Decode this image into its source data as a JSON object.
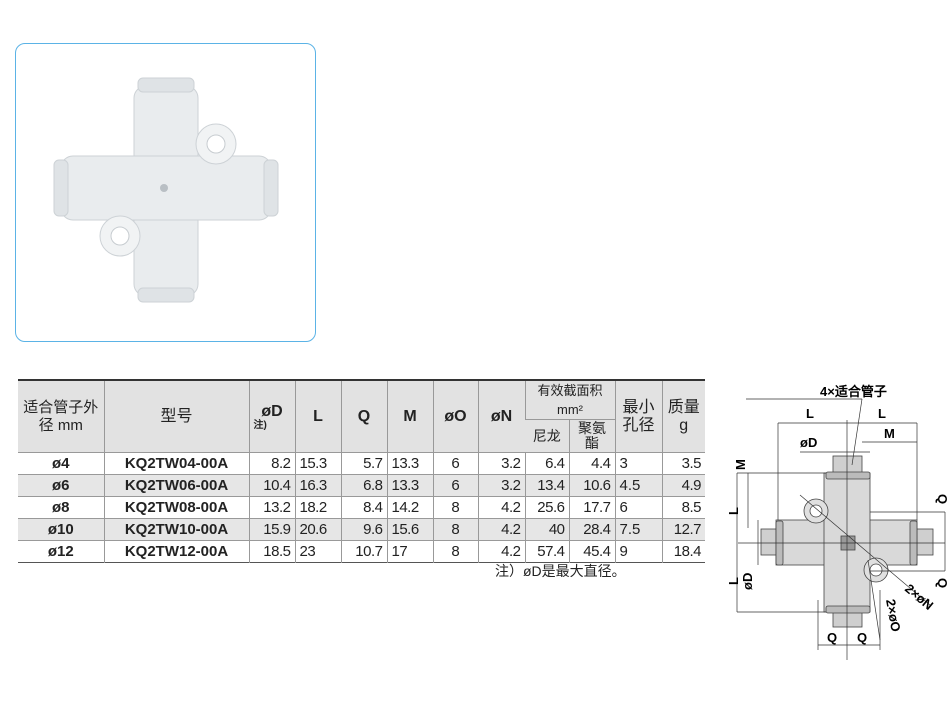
{
  "table": {
    "headers": {
      "tube_od": "适合管子外径 mm",
      "model": "型号",
      "d": "øD",
      "d_note": "注)",
      "l": "L",
      "q": "Q",
      "m": "M",
      "o": "øO",
      "n": "øN",
      "area": "有效截面积mm²",
      "nylon": "尼龙",
      "urethane": "聚氨酯",
      "min_hole": "最小孔径",
      "mass": "质量",
      "mass_unit": "g"
    },
    "rows": [
      {
        "tube": "ø4",
        "model": "KQ2TW04-00A",
        "d": "8.2",
        "l": "15.3",
        "q": "5.7",
        "m": "13.3",
        "o": "6",
        "n": "3.2",
        "nylon": "6.4",
        "urethane": "4.4",
        "min": "3",
        "mass": "3.5"
      },
      {
        "tube": "ø6",
        "model": "KQ2TW06-00A",
        "d": "10.4",
        "l": "16.3",
        "q": "6.8",
        "m": "13.3",
        "o": "6",
        "n": "3.2",
        "nylon": "13.4",
        "urethane": "10.6",
        "min": "4.5",
        "mass": "4.9"
      },
      {
        "tube": "ø8",
        "model": "KQ2TW08-00A",
        "d": "13.2",
        "l": "18.2",
        "q": "8.4",
        "m": "14.2",
        "o": "8",
        "n": "4.2",
        "nylon": "25.6",
        "urethane": "17.7",
        "min": "6",
        "mass": "8.5"
      },
      {
        "tube": "ø10",
        "model": "KQ2TW10-00A",
        "d": "15.9",
        "l": "20.6",
        "q": "9.6",
        "m": "15.6",
        "o": "8",
        "n": "4.2",
        "nylon": "40",
        "urethane": "28.4",
        "min": "7.5",
        "mass": "12.7"
      },
      {
        "tube": "ø12",
        "model": "KQ2TW12-00A",
        "d": "18.5",
        "l": "23",
        "q": "10.7",
        "m": "17",
        "o": "8",
        "n": "4.2",
        "nylon": "57.4",
        "urethane": "45.4",
        "min": "9",
        "mass": "18.4"
      }
    ],
    "footnote": "注）øD是最大直径。"
  },
  "diagram": {
    "tube_label": "4×适合管子",
    "L": "L",
    "M": "M",
    "Q": "Q",
    "D": "øD",
    "N": "2×øN",
    "O": "2×øO"
  }
}
